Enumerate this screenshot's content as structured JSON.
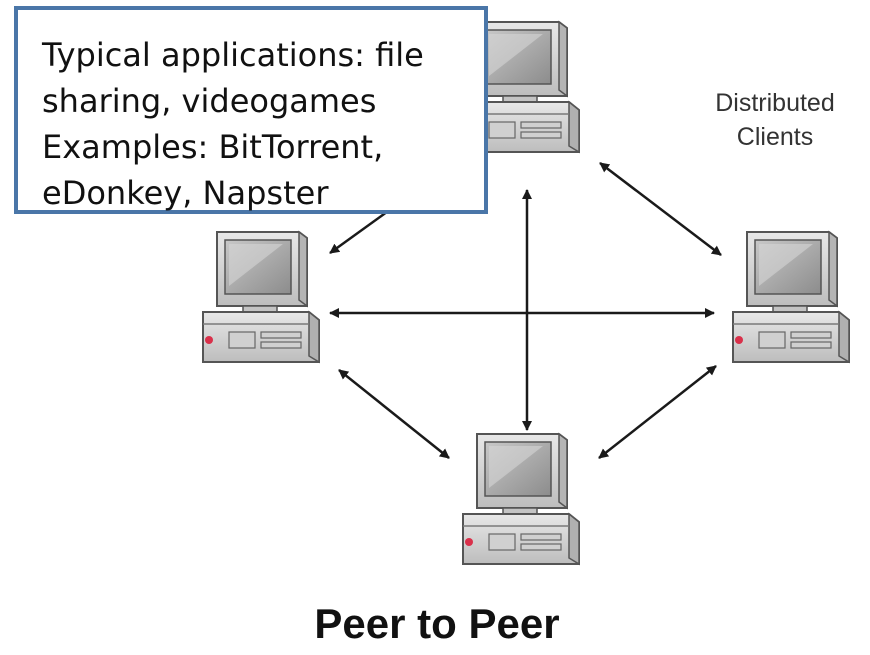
{
  "callout": {
    "lines": [
      "Typical applications: file",
      "sharing, videogames",
      "Examples: BitTorrent,",
      "eDonkey, Napster"
    ]
  },
  "side_label": {
    "lines": [
      "Distributed",
      "Clients"
    ]
  },
  "title": "Peer to Peer",
  "colors": {
    "callout_border": "#4a76a8",
    "arrow": "#1a1a1a",
    "computer_body": "#d9d9d9",
    "screen": "#a8a8a8",
    "power_led": "#d9304a"
  },
  "icons": [
    "computer-icon",
    "double-arrow-icon"
  ]
}
